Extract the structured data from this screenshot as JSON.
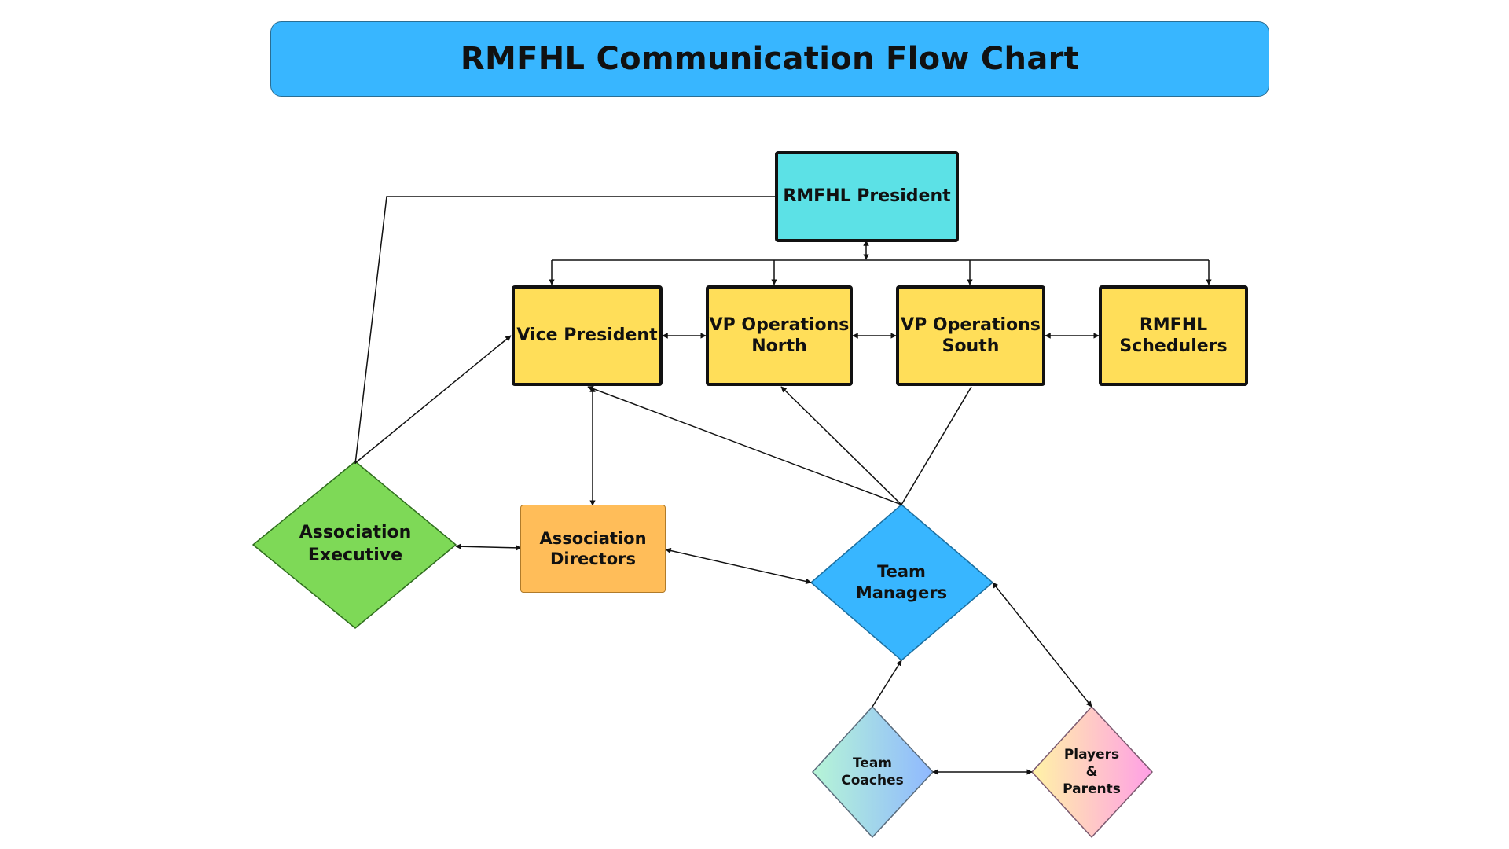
{
  "title": "RMFHL Communication Flow Chart",
  "nodes": {
    "president": "RMFHL President",
    "vice_president": "Vice President",
    "vp_north": "VP Operations\nNorth",
    "vp_south": "VP Operations\nSouth",
    "schedulers": "RMFHL\nSchedulers",
    "assoc_executive": "Association\nExecutive",
    "assoc_directors": "Association\nDirectors",
    "team_managers": "Team\nManagers",
    "team_coaches": "Team\nCoaches",
    "players_parents": "Players\n&\nParents"
  },
  "colors": {
    "title_bar": "#38b6ff",
    "president": "#5ce1e6",
    "vp_boxes": "#ffde59",
    "assoc_executive": "#7ed957",
    "assoc_directors": "#ffbd59",
    "team_managers": "#38b6ff",
    "coaches_gradient": [
      "#b6f5d6",
      "#8fb8ff"
    ],
    "players_gradient": [
      "#fff3a6",
      "#ff9fe6"
    ]
  }
}
